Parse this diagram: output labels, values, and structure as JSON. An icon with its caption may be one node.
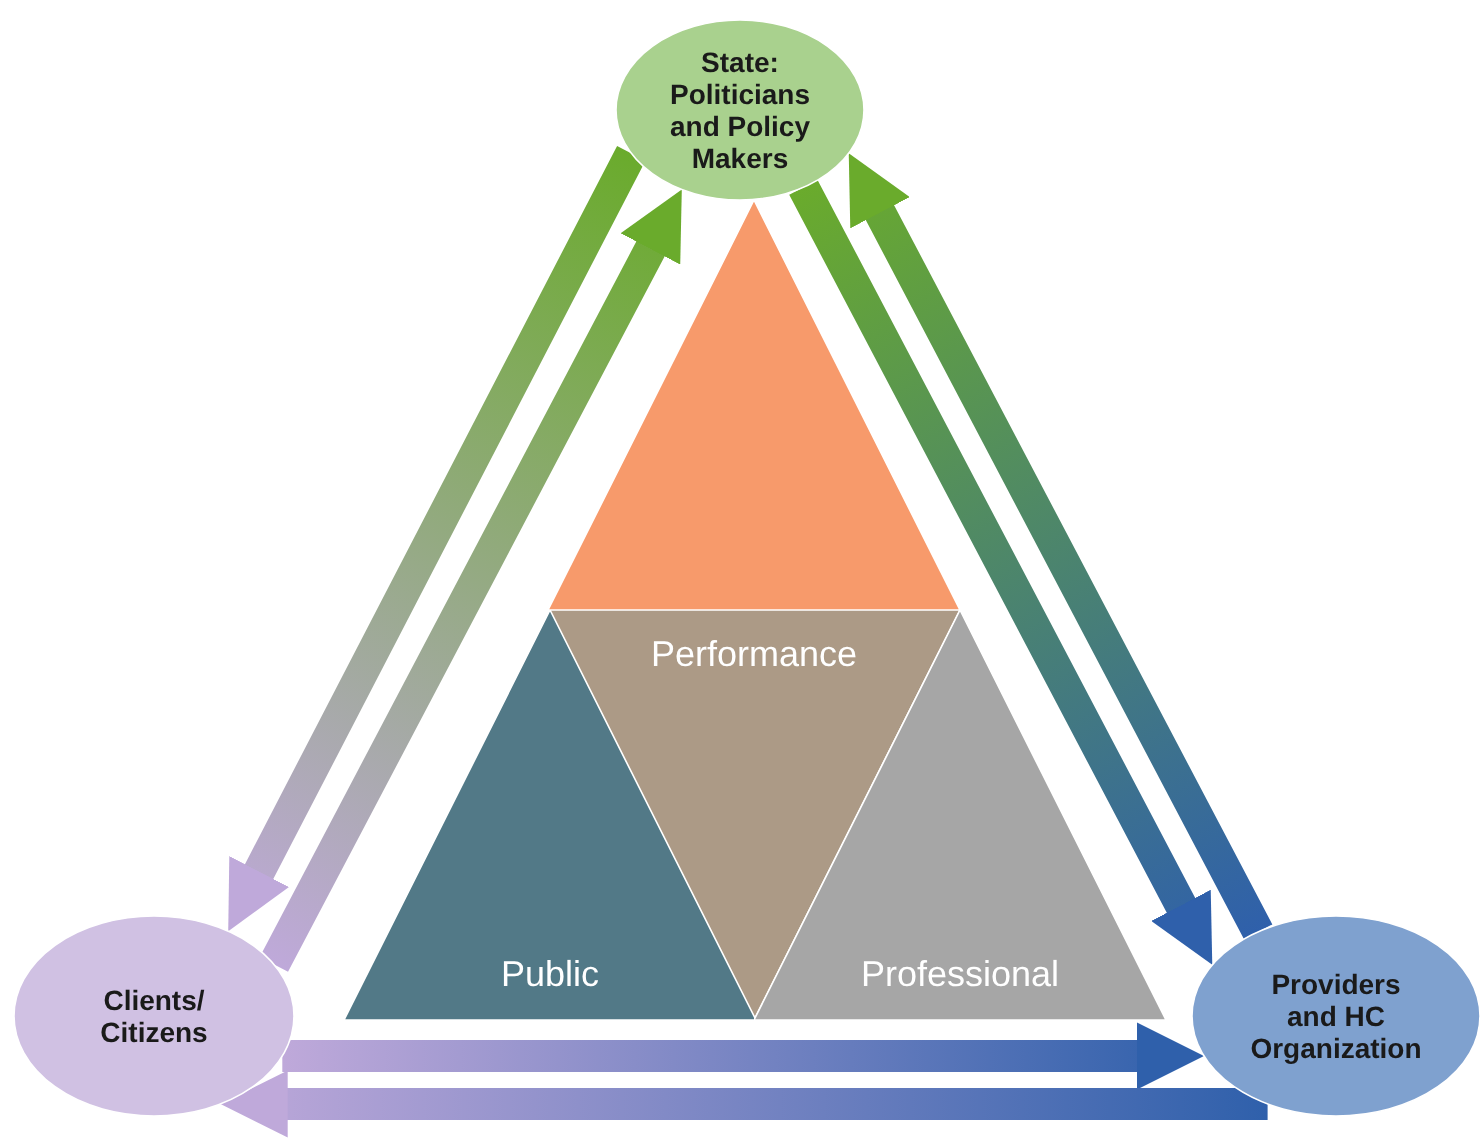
{
  "diagram": {
    "nodes": [
      {
        "text": [
          "State: Politicians and Policy Makers"
        ]
      },
      {
        "text": [
          "Clients/ Citizens"
        ]
      },
      {
        "text": [
          "Providers and HC Organization"
        ]
      },
      {
        "text": [],
        "shape": "triangle"
      },
      {
        "text": [
          "Performance"
        ]
      },
      {
        "text": [
          "Public"
        ]
      },
      {
        "text": [
          "Professional"
        ]
      }
    ],
    "edges": [
      {
        "from": 0,
        "to": 1,
        "arrow": "to"
      },
      {
        "from": 1,
        "to": 0,
        "arrow": "to"
      },
      {
        "from": 0,
        "to": 2,
        "arrow": "to"
      },
      {
        "from": 2,
        "to": 0,
        "arrow": "to"
      },
      {
        "from": 1,
        "to": 2,
        "arrow": "to"
      },
      {
        "from": 2,
        "to": 1,
        "arrow": "to"
      }
    ]
  }
}
